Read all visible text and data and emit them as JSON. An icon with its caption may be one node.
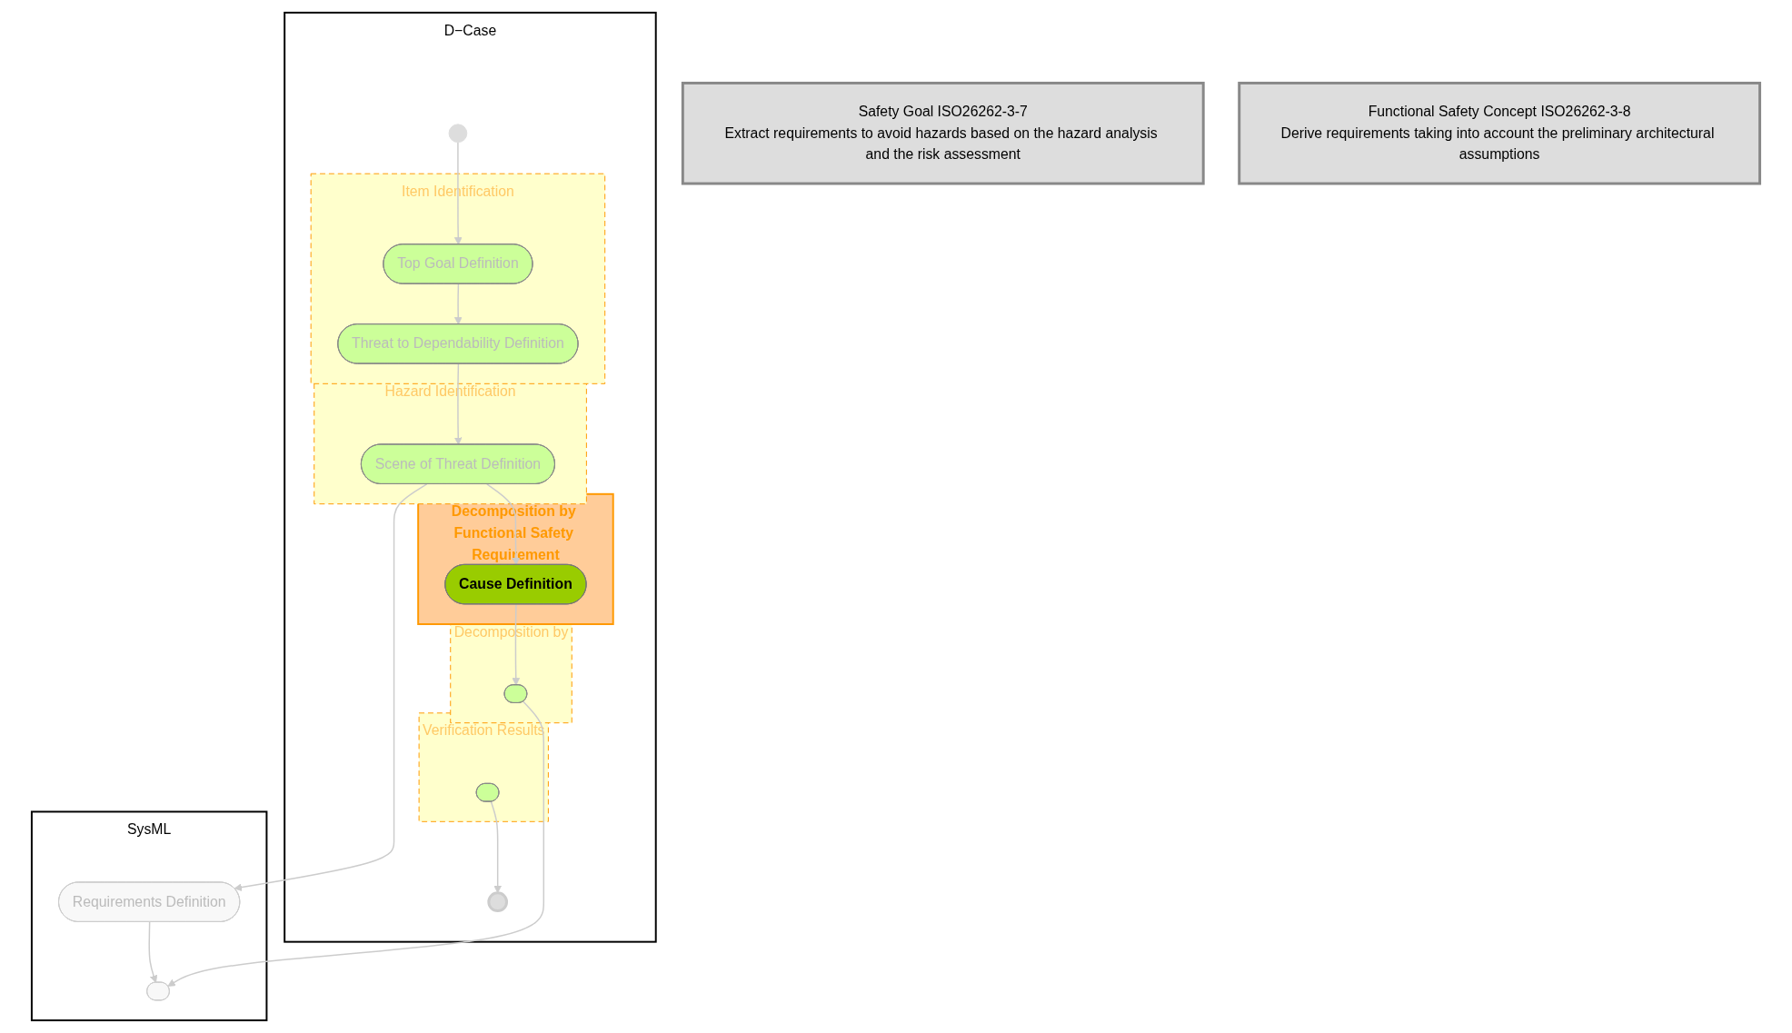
{
  "diagram": {
    "nodes": [
      {
        "text": [
          "D−Case"
        ]
      },
      {
        "text": [
          "SysML"
        ]
      },
      {
        "text": [],
        "shape": "circle",
        "in": 0
      },
      {
        "text": [
          "Item Identification"
        ],
        "in": 0
      },
      {
        "text": [
          "Top Goal Definition"
        ],
        "in": 3
      },
      {
        "text": [
          "Threat to Dependability Definition"
        ],
        "in": 3
      },
      {
        "text": [
          "Hazard Identification"
        ],
        "in": 0
      },
      {
        "text": [
          "Scene of Threat Definition"
        ],
        "in": 6
      },
      {
        "text": [
          "Decomposition by Functional Safety Requirement"
        ],
        "in": 0
      },
      {
        "text": [
          "Cause Definition"
        ],
        "in": 8
      },
      {
        "text": [
          "Decomposition by"
        ],
        "in": 0
      },
      {
        "text": [],
        "shape": "box",
        "in": 10
      },
      {
        "text": [
          "Verification Results"
        ],
        "in": 0
      },
      {
        "text": [],
        "shape": "box",
        "in": 12
      },
      {
        "text": [],
        "shape": "circle",
        "in": 0
      },
      {
        "text": [
          "Requirements Definition"
        ],
        "in": 1
      },
      {
        "text": [],
        "shape": "box",
        "in": 1
      },
      {
        "text": [
          "Safety Goal ISO26262-3-7",
          "Extract requirements to avoid hazards based on the hazard analysis and the risk assessment"
        ]
      },
      {
        "text": [
          "Functional Safety Concept ISO26262-3-8",
          "Derive requirements taking into account the preliminary architectural assumptions"
        ]
      }
    ],
    "edges": [
      {
        "from": 2,
        "to": 4,
        "arrow": "to"
      },
      {
        "from": 4,
        "to": 5,
        "arrow": "to"
      },
      {
        "from": 5,
        "to": 7,
        "arrow": "to"
      },
      {
        "from": 7,
        "to": 9,
        "arrow": "to"
      },
      {
        "from": 9,
        "to": 11,
        "arrow": "to"
      },
      {
        "from": 7,
        "to": 15,
        "arrow": "to"
      },
      {
        "from": 15,
        "to": 16,
        "arrow": "to"
      },
      {
        "from": 11,
        "to": 16,
        "arrow": "to"
      },
      {
        "from": 13,
        "to": 14,
        "arrow": "to"
      }
    ]
  }
}
